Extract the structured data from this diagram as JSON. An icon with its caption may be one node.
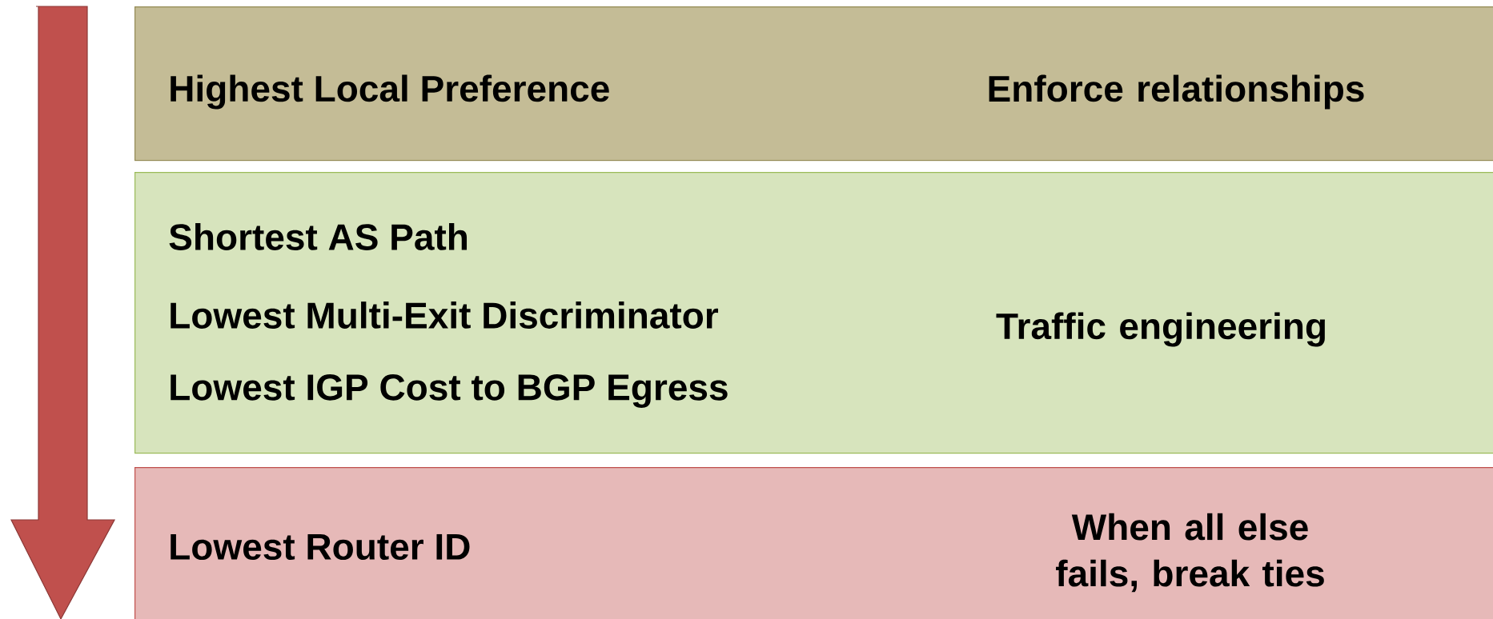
{
  "diagram": {
    "nodes": [
      {
        "text": [
          "Highest Local Preference",
          "Enforce relationships"
        ]
      },
      {
        "text": [
          "Shortest AS Path",
          "Lowest Multi-Exit Discriminator",
          "Lowest IGP Cost to BGP Egress",
          "Traffic engineering"
        ]
      },
      {
        "text": [
          "Lowest Router ID",
          "When all else fails, break ties"
        ]
      }
    ]
  }
}
